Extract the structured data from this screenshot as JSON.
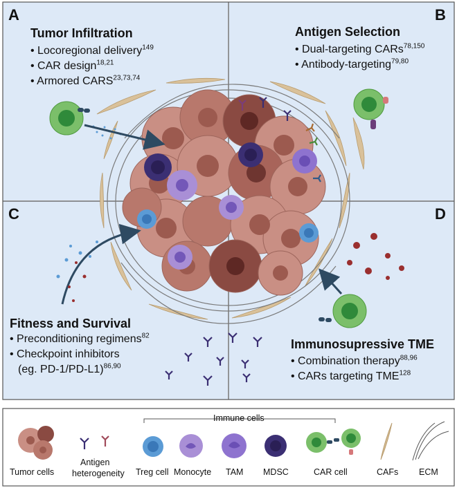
{
  "panels": {
    "a": {
      "letter": "A",
      "title": "Tumor Infiltration",
      "items": [
        {
          "text": "Locoregional delivery",
          "ref": "149"
        },
        {
          "text": "CAR design",
          "ref": "18,21"
        },
        {
          "text": "Armored CARS",
          "ref": "23,73,74"
        }
      ]
    },
    "b": {
      "letter": "B",
      "title": "Antigen Selection",
      "items": [
        {
          "text": "Dual-targeting CARs",
          "ref": "78,150"
        },
        {
          "text": "Antibody-targeting",
          "ref": "79,80"
        }
      ]
    },
    "c": {
      "letter": "C",
      "title": "Fitness and Survival",
      "items": [
        {
          "text": "Preconditioning regimens",
          "ref": "82"
        },
        {
          "text": "Checkpoint inhibitors",
          "ref": ""
        },
        {
          "text": "(eg. PD-1/PD-L1)",
          "ref": "86,90"
        }
      ]
    },
    "d": {
      "letter": "D",
      "title": "Immunosupressive TME",
      "items": [
        {
          "text": "Combination therapy",
          "ref": "88,96"
        },
        {
          "text": "CARs targeting TME",
          "ref": "128"
        }
      ]
    }
  },
  "legend": {
    "group_title": "Immune cells",
    "tumor_cells": "Tumor cells",
    "antigen_line1": "Antigen",
    "antigen_line2": "heterogeneity",
    "treg": "Treg cell",
    "monocyte": "Monocyte",
    "tam": "TAM",
    "mdsc": "MDSC",
    "car_cell": "CAR  cell",
    "cafs": "CAFs",
    "ecm": "ECM"
  },
  "colors": {
    "panel_bg": "#dde9f7",
    "tumor": "#c98f84",
    "tumor_dark": "#8a4a42",
    "tumor_nucleus": "#9c5a4f",
    "car_green": "#7bbf6a",
    "car_nucleus": "#2f8a3a",
    "treg": "#5b9bd5",
    "monocyte": "#a98fd6",
    "tam": "#8e73cf",
    "mdsc": "#3b2f73",
    "caf": "#d9c19a",
    "arrow": "#2e4a62"
  }
}
